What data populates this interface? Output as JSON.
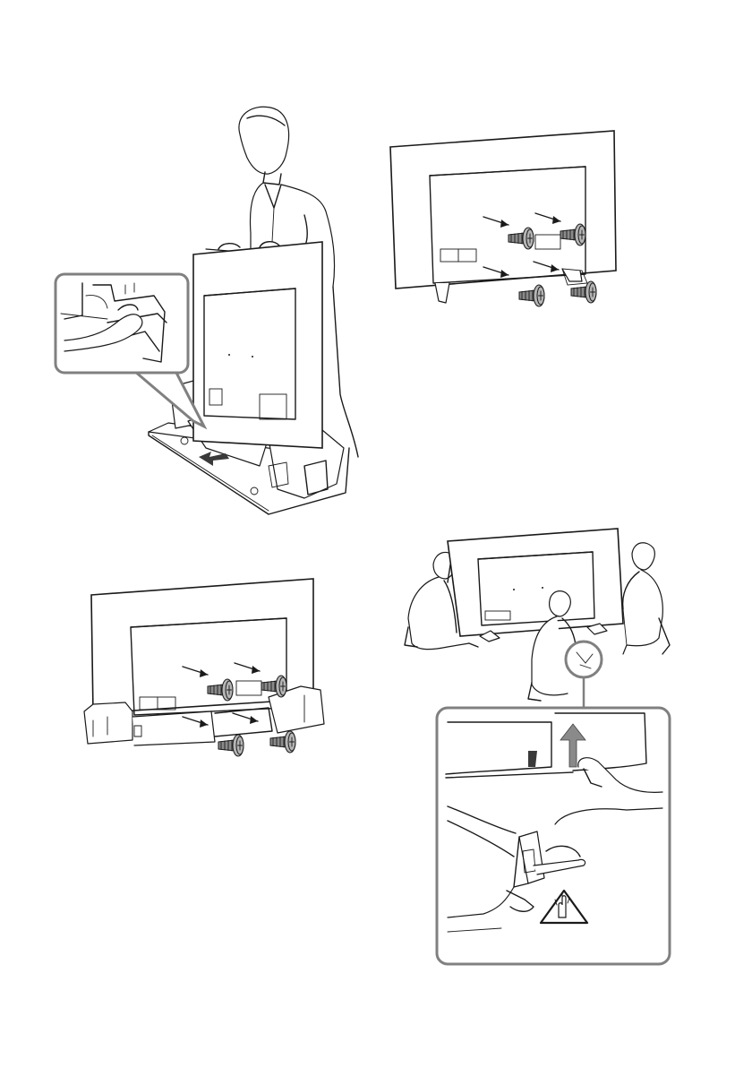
{
  "document": {
    "steps": [
      {
        "id": "remove-tv-from-packing",
        "content": "illustration"
      },
      {
        "id": "attach-screws-upright",
        "content": "illustration"
      },
      {
        "id": "attach-screws-in-packing",
        "content": "illustration"
      },
      {
        "id": "lift-tv-two-people",
        "content": "illustration"
      }
    ],
    "icons": {
      "caution": "caution-pinch-hand-icon",
      "screw": "screw-icon",
      "arrow_up": "arrow-up-icon",
      "arrow_slide": "arrow-slide-icon"
    },
    "colors": {
      "line": "#1a1a1a",
      "callout_border": "#808080",
      "screw_fill": "#8a8a8a"
    }
  }
}
